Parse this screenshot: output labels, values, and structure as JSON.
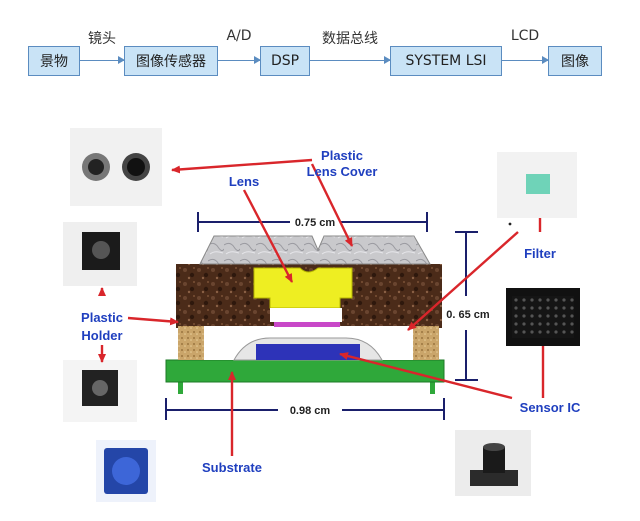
{
  "flow": {
    "nodes": [
      "景物",
      "图像传感器",
      "DSP",
      "SYSTEM LSI",
      "图像"
    ],
    "edges": [
      "镜头",
      "A/D",
      "数据总线",
      "LCD"
    ]
  },
  "diagram": {
    "labels": {
      "plastic_lens_cover": [
        "Plastic",
        "Lens Cover"
      ],
      "lens": "Lens",
      "filter": "Filter",
      "plastic_holder": [
        "Plastic",
        "Holder"
      ],
      "sensor_ic": "Sensor IC",
      "substrate": "Substrate"
    },
    "dimensions": {
      "width_top": "0.75 cm",
      "height": "0. 65 cm",
      "width_bottom": "0.98 cm"
    },
    "colors": {
      "arrow": "#d9262b",
      "substrate": "#2fa83a",
      "lens": "#eeee22",
      "sensor_ic": "#2d33b8",
      "filter_layer": "#c848c8",
      "holder": "#4a2a18",
      "label": "#1f3fbf"
    }
  }
}
